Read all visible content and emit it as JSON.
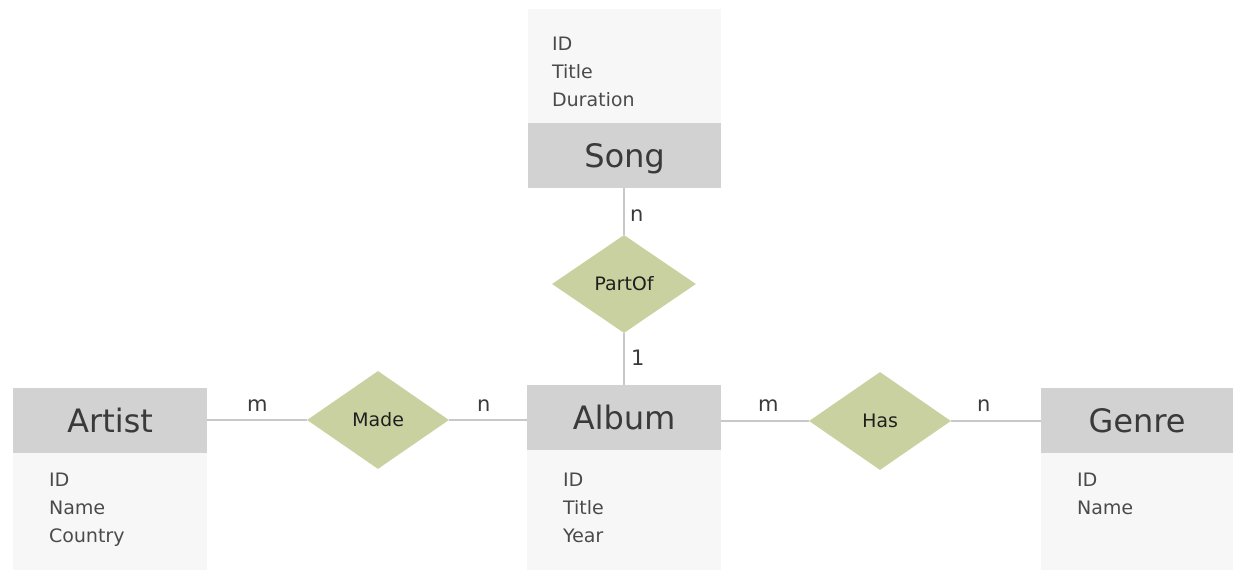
{
  "colors": {
    "entity_header": "#d2d2d2",
    "attribute_box": "#f7f7f7",
    "relationship": "#c8d19f",
    "line": "#b5b5b5"
  },
  "entities": {
    "song": {
      "name": "Song",
      "attributes": [
        "ID",
        "Title",
        "Duration"
      ]
    },
    "artist": {
      "name": "Artist",
      "attributes": [
        "ID",
        "Name",
        "Country"
      ]
    },
    "album": {
      "name": "Album",
      "attributes": [
        "ID",
        "Title",
        "Year"
      ]
    },
    "genre": {
      "name": "Genre",
      "attributes": [
        "ID",
        "Name"
      ]
    }
  },
  "relationships": {
    "part_of": {
      "name": "PartOf",
      "from_card": "n",
      "to_card": "1"
    },
    "made": {
      "name": "Made",
      "from_card": "m",
      "to_card": "n"
    },
    "has": {
      "name": "Has",
      "from_card": "m",
      "to_card": "n"
    }
  }
}
